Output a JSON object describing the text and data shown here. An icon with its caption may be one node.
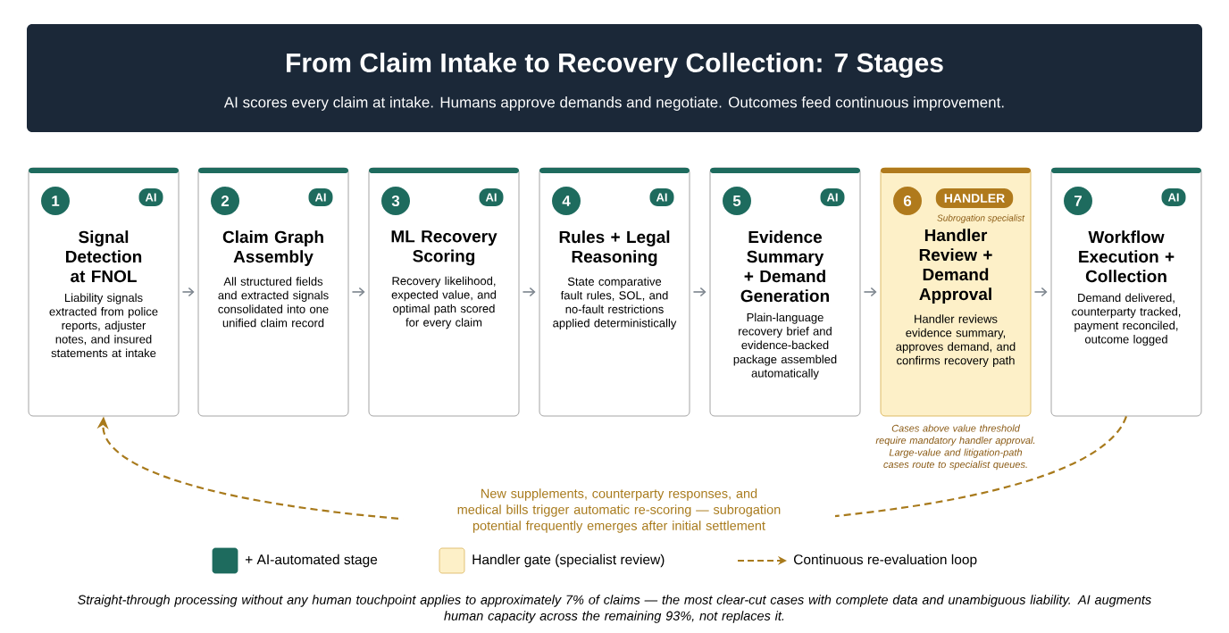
{
  "diagram": {
    "title": "From Claim Intake to Recovery Collection: 7 Stages",
    "nodes": [
      {
        "text": [
          "1",
          "AI",
          "Signal Detection at FNOL",
          "Liability signals extracted from police reports, adjuster notes, and insured statements at intake"
        ]
      },
      {
        "text": [
          "2",
          "AI",
          "Claim Graph Assembly",
          "All structured fields and extracted signals consolidated into one unified claim record"
        ]
      },
      {
        "text": [
          "3",
          "AI",
          "ML Recovery Scoring",
          "Recovery likelihood, expected value, and optimal path scored for every claim"
        ]
      },
      {
        "text": [
          "4",
          "AI",
          "Rules + Legal Reasoning",
          "State comparative fault rules, SOL, and no-fault restrictions applied deterministically"
        ]
      },
      {
        "text": [
          "5",
          "AI",
          "Evidence Summary + Demand Generation",
          "Plain-language recovery brief and evidence-backed",
          "package assembled automatically"
        ]
      },
      {
        "text": [
          "6",
          "HANDLER",
          "Subrogation specialist",
          "Handler Review + Demand Approval",
          "Handler reviews evidence summary, approves demand, and confirms recovery path"
        ],
        "beside": [
          "Cases above value threshold require mandatory handler approval. Large-value and litigation-path cases route to specialist queues."
        ]
      },
      {
        "text": [
          "7",
          "AI",
          "Workflow Execution + Collection",
          "Demand delivered, counterparty tracked, payment reconciled, outcome logged"
        ]
      }
    ],
    "edges": [
      {
        "from": 0,
        "to": 1,
        "arrow": "to"
      },
      {
        "from": 1,
        "to": 2,
        "arrow": "to"
      },
      {
        "from": 2,
        "to": 3,
        "arrow": "to"
      },
      {
        "from": 3,
        "to": 4,
        "arrow": "to"
      },
      {
        "from": 4,
        "to": 5,
        "arrow": "to"
      },
      {
        "from": 5,
        "to": 6,
        "arrow": "to"
      },
      {
        "from": 6,
        "to": 0,
        "arrow": "to",
        "style": "dashed",
        "color": "#a87a1c",
        "label": "New supplements, counterparty responses, and medical bills trigger automatic re-scoring — subrogation potential frequently emerges after initial settlement"
      }
    ],
    "labels": [
      "AI scores every claim at intake. Humans approve demands and negotiate. Outcomes feed continuous improvement."
    ],
    "legend": [
      {
        "text": "+ AI-automated stage",
        "color": "#1e6b5e"
      },
      {
        "text": "Handler gate (specialist review)",
        "color": "#fdf0c8"
      },
      {
        "text": "Continuous re-evaluation loop"
      }
    ],
    "caption": "Straight-through processing without any human touchpoint applies to approximately 7% of claims — the most clear-cut cases with complete data and unambiguous liability. AI augments human capacity across the remaining 93%, not replaces it."
  }
}
